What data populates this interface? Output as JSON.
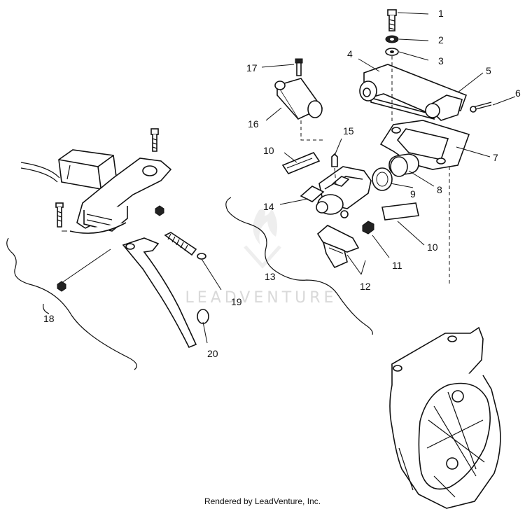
{
  "callouts": [
    {
      "label": "1"
    },
    {
      "label": "2"
    },
    {
      "label": "3"
    },
    {
      "label": "4"
    },
    {
      "label": "5"
    },
    {
      "label": "6"
    },
    {
      "label": "7"
    },
    {
      "label": "8"
    },
    {
      "label": "9"
    },
    {
      "label": "10"
    },
    {
      "label": "10"
    },
    {
      "label": "11"
    },
    {
      "label": "12"
    },
    {
      "label": "13"
    },
    {
      "label": "14"
    },
    {
      "label": "15"
    },
    {
      "label": "16"
    },
    {
      "label": "17"
    },
    {
      "label": "18"
    },
    {
      "label": "19"
    },
    {
      "label": "20"
    }
  ],
  "watermark": "LEADVENTURE",
  "footer": "Rendered by LeadVenture, Inc."
}
